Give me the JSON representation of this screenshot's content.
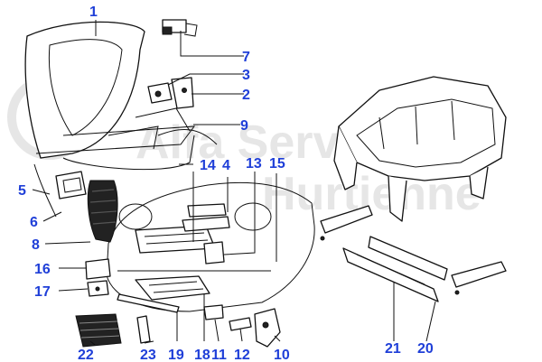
{
  "watermark": {
    "line1": "Alfa Service",
    "line2": "Hurtienne"
  },
  "accent_color": "#1f3fd8",
  "callouts": [
    {
      "id": "1",
      "label": "1"
    },
    {
      "id": "2",
      "label": "2"
    },
    {
      "id": "3",
      "label": "3"
    },
    {
      "id": "4",
      "label": "4"
    },
    {
      "id": "5",
      "label": "5"
    },
    {
      "id": "6",
      "label": "6"
    },
    {
      "id": "7",
      "label": "7"
    },
    {
      "id": "8",
      "label": "8"
    },
    {
      "id": "9",
      "label": "9"
    },
    {
      "id": "10",
      "label": "10"
    },
    {
      "id": "11",
      "label": "11"
    },
    {
      "id": "12",
      "label": "12"
    },
    {
      "id": "13",
      "label": "13"
    },
    {
      "id": "14",
      "label": "14"
    },
    {
      "id": "15",
      "label": "15"
    },
    {
      "id": "16",
      "label": "16"
    },
    {
      "id": "17",
      "label": "17"
    },
    {
      "id": "18",
      "label": "18"
    },
    {
      "id": "19",
      "label": "19"
    },
    {
      "id": "20",
      "label": "20"
    },
    {
      "id": "21",
      "label": "21"
    },
    {
      "id": "22",
      "label": "22"
    },
    {
      "id": "23",
      "label": "23"
    }
  ]
}
